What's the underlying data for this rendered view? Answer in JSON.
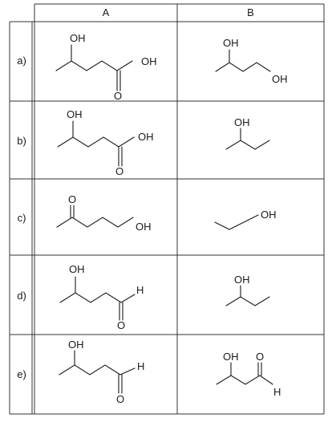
{
  "header": {
    "col_a": "A",
    "col_b": "B"
  },
  "rows": [
    {
      "label": "a)",
      "a": {
        "oh1": "OH",
        "oh2": "OH",
        "o": "O"
      },
      "b": {
        "oh1": "OH",
        "oh2": "OH"
      }
    },
    {
      "label": "b)",
      "a": {
        "oh1": "OH",
        "oh2": "OH",
        "o": "O"
      },
      "b": {
        "oh": "OH"
      }
    },
    {
      "label": "c)",
      "a": {
        "o": "O",
        "oh": "OH"
      },
      "b": {
        "oh": "OH"
      }
    },
    {
      "label": "d)",
      "a": {
        "oh": "OH",
        "h": "H",
        "o": "O"
      },
      "b": {
        "oh": "OH"
      }
    },
    {
      "label": "e)",
      "a": {
        "oh": "OH",
        "h": "H",
        "o": "O"
      },
      "b": {
        "oh": "OH",
        "o": "O",
        "h": "H"
      }
    }
  ]
}
